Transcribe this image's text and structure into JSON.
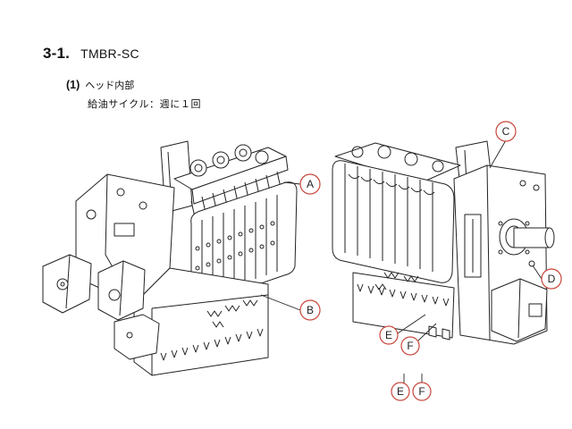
{
  "section": {
    "number": "3-1.",
    "title": "TMBR-SC"
  },
  "subsection": {
    "number": "(1)",
    "label": "ヘッド内部"
  },
  "cycle_text": "給油サイクル：週に１回",
  "callouts": [
    "A",
    "B",
    "C",
    "D",
    "E",
    "F",
    "E",
    "F"
  ],
  "colors": {
    "callout_ring": "#c8463a",
    "line": "#222222"
  }
}
